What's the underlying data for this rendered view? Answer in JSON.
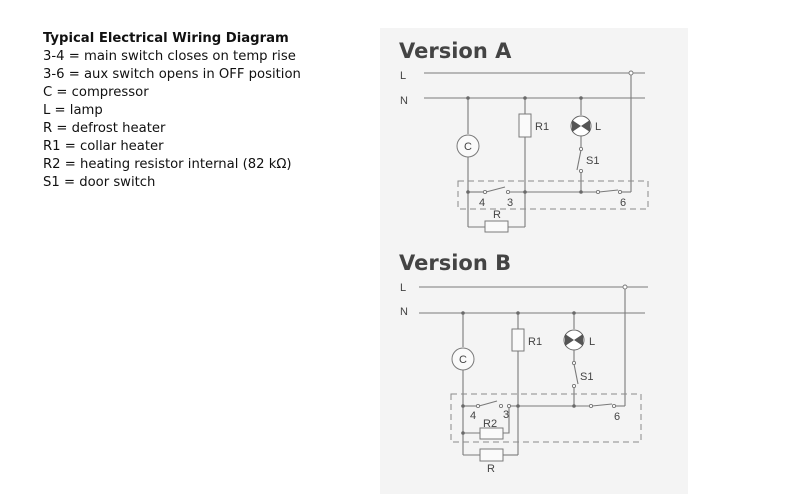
{
  "legend": {
    "title": "Typical Electrical Wiring Diagram",
    "items": [
      "3-4 = main switch closes on temp rise",
      "3-6 = aux switch opens in OFF position",
      "C = compressor",
      "L = lamp",
      "R = defrost heater",
      "R1 = collar heater",
      "R2 = heating resistor internal (82 kΩ)",
      "S1 = door switch"
    ]
  },
  "diagrams": {
    "a": {
      "title": "Version A",
      "line_label": "L",
      "neutral_label": "N",
      "compressor": "C",
      "collar_heater": "R1",
      "lamp": "L",
      "door_switch": "S1",
      "terminal_4": "4",
      "terminal_3": "3",
      "terminal_6": "6",
      "defrost_heater": "R"
    },
    "b": {
      "title": "Version B",
      "line_label": "L",
      "neutral_label": "N",
      "compressor": "C",
      "collar_heater": "R1",
      "lamp": "L",
      "door_switch": "S1",
      "terminal_4": "4",
      "terminal_3": "3",
      "terminal_6": "6",
      "internal_resistor": "R2",
      "defrost_heater": "R"
    }
  }
}
